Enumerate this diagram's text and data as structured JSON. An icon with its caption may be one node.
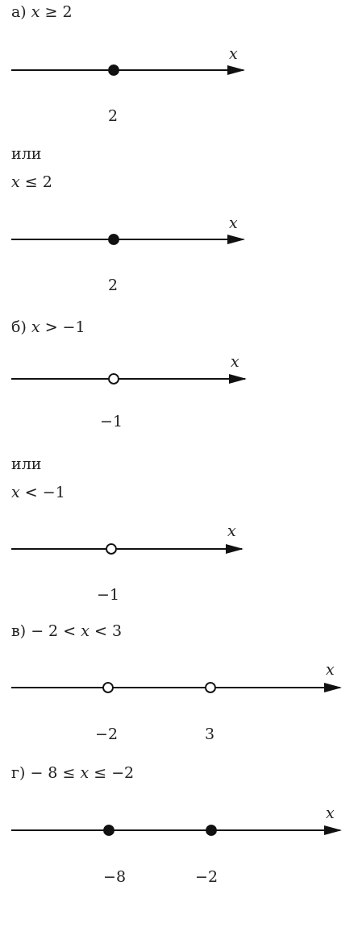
{
  "diagram": {
    "labels": [
      "а) *x* ≥ 2",
      "x",
      "2",
      "или",
      "*x* ≤ 2",
      "x",
      "2",
      "б) *x* > −1",
      "x",
      "−1",
      "или",
      "*x* < −1",
      "x",
      "−1",
      "в) − 2 < *x* < 3",
      "x",
      "−2",
      "3",
      "г) − 8 ≤ *x* ≤ −2",
      "x",
      "−8",
      "−2"
    ]
  }
}
